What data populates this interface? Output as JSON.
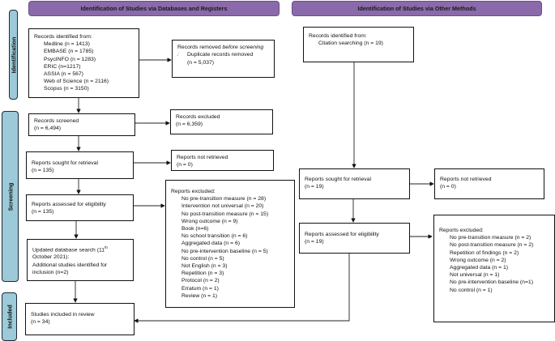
{
  "headers": {
    "left": "Identification of Studies via Databases and Registers",
    "right": "Identification of Studies via Other Methods"
  },
  "phases": {
    "identification": "Identification",
    "screening": "Screening",
    "included": "Included"
  },
  "colors": {
    "header": "#8a6aaa",
    "phase": "#9ccad8"
  },
  "left": {
    "records_identified": {
      "title": "Records identified from:",
      "items": [
        "Medline (n = 1413)",
        "EMBASE (n = 1785)",
        "PsycINFO (n = 1283)",
        "ERIC (n=1217)",
        "ASSIA (n = 567)",
        "Web of Science (n = 2116)",
        "Scopus (n = 3150)"
      ]
    },
    "records_removed": {
      "title_a": "Records removed ",
      "title_b": "before screening",
      "title_c": ":",
      "line1": "Duplicate records removed",
      "line2": "(n = 5,037)"
    },
    "records_screened": {
      "title": "Records screened",
      "n": "(n = 6,494)"
    },
    "records_excluded": {
      "title": "Records excluded",
      "n": "(n = 6,359)"
    },
    "reports_sought": {
      "title": "Reports sought for retrieval",
      "n": "(n = 135)"
    },
    "reports_not_retrieved": {
      "title": "Reports not retrieved",
      "n": "(n = 0)"
    },
    "reports_assessed": {
      "title": "Reports assessed for eligibility",
      "n": "(n = 135)"
    },
    "updated_search": {
      "line1": "Updated database search (11",
      "sup": "th",
      "line2": "October 2021):",
      "line3": "Additional studies identified for inclusion (n=2)"
    },
    "reports_excluded": {
      "title": "Reports excluded:",
      "items": [
        "No pre-transition measure (n = 28)",
        "Intervention not universal (n = 20)",
        "No post-transition measure (n = 15)",
        "Wrong outcome (n = 9)",
        "Book (n=6)",
        "No school transition (n = 6)",
        "Aggregated data (n = 6)",
        "No pre-intervention baseline (n = 5)",
        "No control (n = 5)",
        "Not English (n = 3)",
        "Repetition (n = 3)",
        "Protocol (n = 2)",
        "Erratum (n = 1)",
        "Review (n = 1)"
      ]
    },
    "studies_included": {
      "title": "Studies included in review",
      "n": "(n = 34)"
    }
  },
  "right": {
    "records_identified": {
      "title": "Records identified from:",
      "item": "Citation searching (n = 19)"
    },
    "reports_sought": {
      "title": "Reports sought for retrieval",
      "n": "(n = 19)"
    },
    "reports_not_retrieved": {
      "title": "Reports not retrieved",
      "n": "(n = 0)"
    },
    "reports_assessed": {
      "title": "Reports assessed for eligibility",
      "n": "(n = 19)"
    },
    "reports_excluded": {
      "title": "Reports excluded:",
      "items": [
        "No pre-transition measure (n = 2)",
        "No post-transition measure (n = 2)",
        "Repetition of findings (n = 2)",
        "Wrong outcome (n = 2)",
        "Aggregated data (n = 1)",
        "Not universal (n = 1)",
        "No pre-intervention baseline (n=1)",
        "No control (n = 1)"
      ]
    }
  }
}
